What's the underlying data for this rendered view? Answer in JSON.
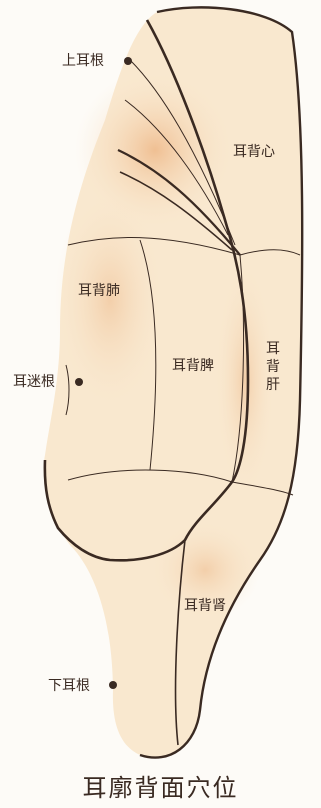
{
  "caption": "耳廓背面穴位",
  "points": {
    "upper_root": "上耳根",
    "vagus_root": "耳迷根",
    "lower_root": "下耳根"
  },
  "regions": {
    "heart": "耳背心",
    "lung": "耳背肺",
    "spleen": "耳背脾",
    "liver": "耳背肝",
    "kidney": "耳背肾"
  },
  "colors": {
    "skin": "#f9e8cf",
    "shade": "#f1c89a",
    "outline": "#3a2a22"
  }
}
